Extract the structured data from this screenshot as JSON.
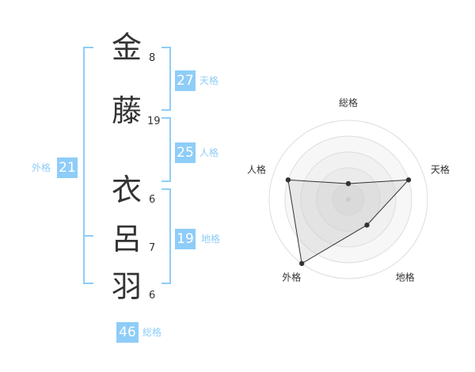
{
  "name": {
    "chars": [
      {
        "char": "金",
        "strokes": "8"
      },
      {
        "char": "藤",
        "strokes": "19"
      },
      {
        "char": "衣",
        "strokes": "6"
      },
      {
        "char": "呂",
        "strokes": "7"
      },
      {
        "char": "羽",
        "strokes": "6"
      }
    ]
  },
  "kaku": {
    "tenkaku": {
      "value": "27",
      "label": "天格"
    },
    "jinkaku": {
      "value": "25",
      "label": "人格"
    },
    "chikaku": {
      "value": "19",
      "label": "地格"
    },
    "gaikaku": {
      "value": "21",
      "label": "外格"
    },
    "soukaku": {
      "value": "46",
      "label": "総格"
    }
  },
  "colors": {
    "accent": "#8ecdf8",
    "text": "#333333"
  },
  "chart_data": {
    "type": "radar",
    "axes": [
      "総格",
      "天格",
      "地格",
      "外格",
      "人格"
    ],
    "values": [
      1,
      4,
      2,
      5,
      4
    ],
    "max": 5,
    "rings": 5
  }
}
